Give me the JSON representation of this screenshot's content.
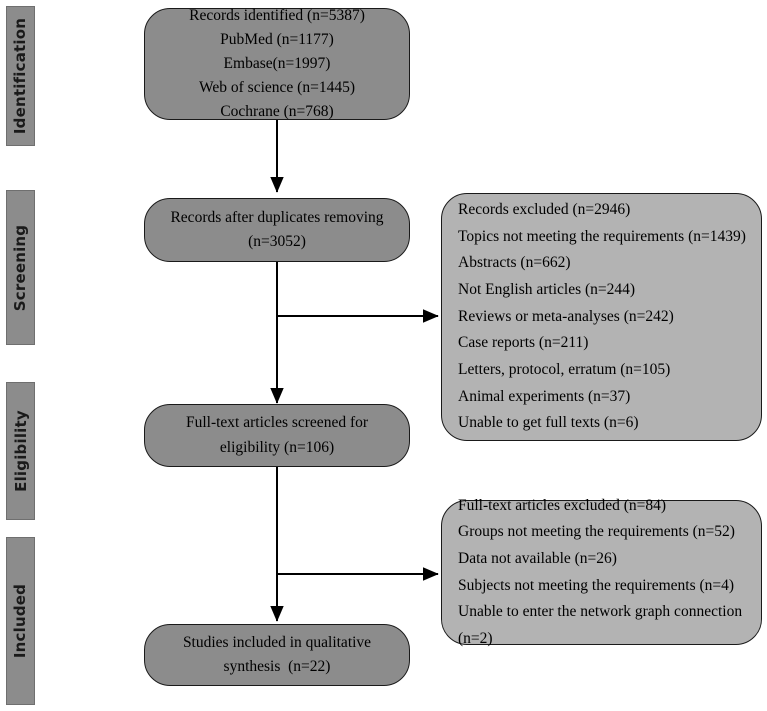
{
  "diagram": {
    "title": "PRISMA study selection flow diagram",
    "colors": {
      "stage_bar_fill": "#8c8c8c",
      "flow_box_fill": "#8c8c8c",
      "exclusion_box_fill": "#b3b3b3",
      "border": "#1a1a1a",
      "background": "#ffffff",
      "text": "#000000"
    }
  },
  "stages": [
    {
      "id": "identification",
      "label": "Identification"
    },
    {
      "id": "screening",
      "label": "Screening"
    },
    {
      "id": "eligibility",
      "label": "Eligibility"
    },
    {
      "id": "included",
      "label": "Included"
    }
  ],
  "flow_boxes": [
    {
      "id": "records-identified",
      "lines": [
        "Records identified (n=5387)",
        "PubMed (n=1177)",
        "Embase(n=1997)",
        "Web of science (n=1445)",
        "Cochrane (n=768)"
      ]
    },
    {
      "id": "records-after-duplicates",
      "lines": [
        "Records after duplicates removing",
        "(n=3052)"
      ]
    },
    {
      "id": "full-text-screened",
      "lines": [
        "Full-text articles screened for",
        "eligibility (n=106)"
      ]
    },
    {
      "id": "studies-included",
      "lines": [
        "Studies included in qualitative",
        "synthesis  (n=22)"
      ]
    }
  ],
  "exclusion_boxes": [
    {
      "id": "records-excluded",
      "lines": [
        "Records excluded (n=2946)",
        "Topics not meeting the requirements (n=1439)",
        "Abstracts (n=662)",
        "Not English articles (n=244)",
        "Reviews or meta-analyses (n=242)",
        "Case reports (n=211)",
        "Letters, protocol, erratum (n=105)",
        "Animal experiments (n=37)",
        "Unable to get full texts (n=6)"
      ]
    },
    {
      "id": "full-text-excluded",
      "lines": [
        "Full-text articles excluded (n=84)",
        "Groups not meeting the requirements (n=52)",
        "Data not available (n=26)",
        "Subjects not meeting the requirements (n=4)",
        "Unable to enter the network graph connection (n=2)"
      ]
    }
  ],
  "counts": {
    "records_identified": 5387,
    "pubmed": 1177,
    "embase": 1997,
    "web_of_science": 1445,
    "cochrane": 768,
    "after_duplicates": 3052,
    "records_excluded": 2946,
    "full_text_screened": 106,
    "full_text_excluded": 84,
    "studies_included": 22
  }
}
